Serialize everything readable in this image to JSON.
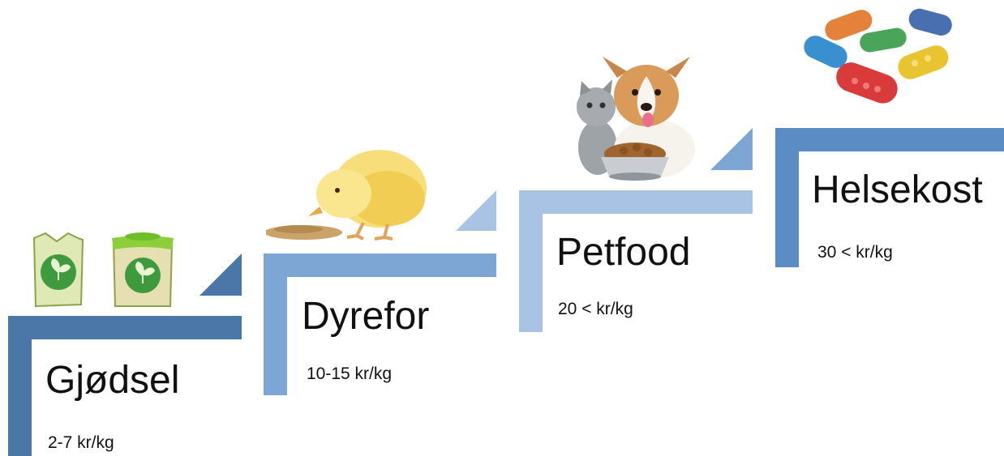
{
  "steps": [
    {
      "title": "Gjødsel",
      "price": "2-7 kr/kg",
      "icon": "fertilizer-bags-icon",
      "color": "#4b77a8"
    },
    {
      "title": "Dyrefor",
      "price": "10-15 kr/kg",
      "icon": "chick-eating-grain-icon",
      "color": "#7ea6d4"
    },
    {
      "title": "Petfood",
      "price": "20 < kr/kg",
      "icon": "kitten-puppy-food-bowl-icon",
      "color": "#a9c3e4"
    },
    {
      "title": "Helsekost",
      "price": "30 < kr/kg",
      "icon": "vitamin-capsules-icon",
      "color": "#5c8cc4"
    }
  ]
}
